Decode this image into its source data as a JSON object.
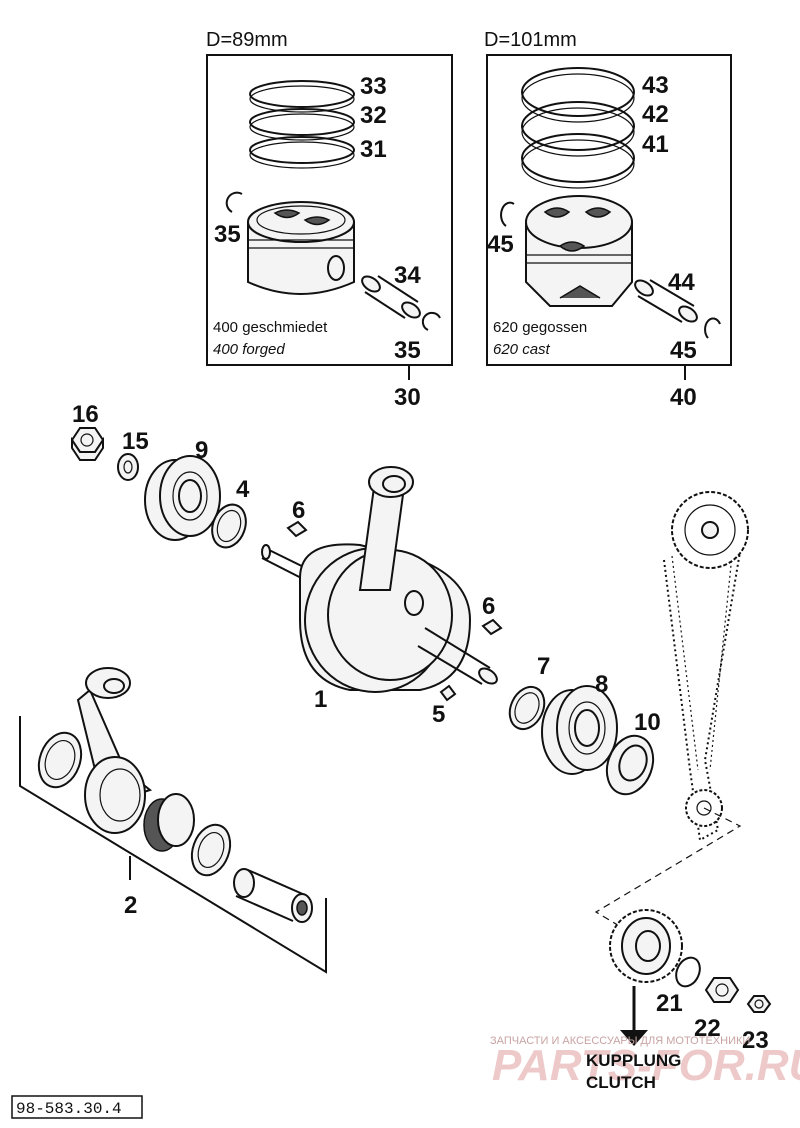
{
  "sets": {
    "left": {
      "diameter": "D=89mm",
      "caption_de": "400 geschmiedet",
      "caption_en": "400 forged",
      "set_number": "30"
    },
    "right": {
      "diameter": "D=101mm",
      "caption_de": "620 gegossen",
      "caption_en": "620 cast",
      "set_number": "40"
    }
  },
  "labels": {
    "p33": "33",
    "p32": "32",
    "p31": "31",
    "p35a": "35",
    "p34": "34",
    "p35b": "35",
    "p43": "43",
    "p42": "42",
    "p41": "41",
    "p45a": "45",
    "p44": "44",
    "p45b": "45",
    "p16": "16",
    "p15": "15",
    "p9": "9",
    "p4": "4",
    "p6a": "6",
    "p6b": "6",
    "p1": "1",
    "p5": "5",
    "p7": "7",
    "p8": "8",
    "p10": "10",
    "p2": "2",
    "p21": "21",
    "p22": "22",
    "p23": "23"
  },
  "clutch": {
    "line1": "KUPPLUNG",
    "line2": "CLUTCH"
  },
  "watermark": {
    "small": "ЗАПЧАСТИ И АКСЕССУАРЫ ДЛЯ МОТОТЕХНИКИ",
    "big": "PARTS-FOR.RU"
  },
  "document_number": "98-583.30.4"
}
